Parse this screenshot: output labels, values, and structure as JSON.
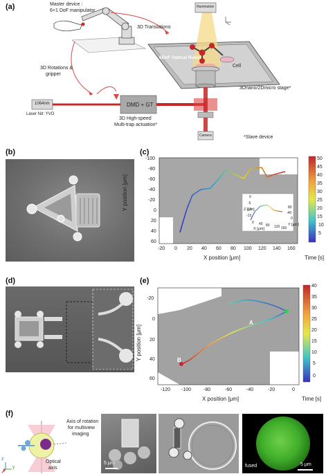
{
  "panel_labels": {
    "a": "(a)",
    "b": "(b)",
    "c": "(c)",
    "d": "(d)",
    "e": "(e)",
    "f": "(f)"
  },
  "panel_a": {
    "master_device": "Master device :",
    "manipulator": "6+1 DoF manipulator",
    "translations": "3D Translations",
    "rotations_line1": "3D Rotations &",
    "rotations_line2": "gripper",
    "laser_box": "1064nm",
    "laser_label": "Laser Nd: YVO",
    "dmd_box": "DMD + GT",
    "actuation_line1": "3D High-speed",
    "actuation_line2": "Multi-trap actuation*",
    "optical_robot": "6DoF Optical Robot",
    "cell": "Cell",
    "stage": "3Dnano/2Dmicro stage*",
    "illumination": "Illumination",
    "camera": "Camera",
    "slave_device": "*Slave device"
  },
  "panel_c": {
    "ylabel": "Y position [μm]",
    "xlabel": "X position [μm]",
    "yticks": [
      "-100",
      "-80",
      "-60",
      "-40",
      "-20",
      "0",
      "20",
      "40",
      "60"
    ],
    "xticks": [
      "-20",
      "0",
      "20",
      "40",
      "60",
      "80",
      "100",
      "120",
      "140",
      "160"
    ],
    "colorbar_ticks": [
      "50",
      "45",
      "40",
      "35",
      "30",
      "25",
      "20",
      "15",
      "10",
      "5"
    ],
    "colorbar_label": "Time [s]",
    "inset": {
      "z_label": "Z [μm]",
      "x_label": "X [μm]",
      "y_label": "Y [μm]",
      "z_ticks": [
        "0",
        "-5",
        "-10",
        "-15"
      ],
      "x_ticks": [
        "0",
        "40",
        "80",
        "120",
        "160"
      ],
      "y_ticks": [
        "0",
        "-40",
        "80"
      ]
    }
  },
  "panel_e": {
    "ylabel": "Y position [μm]",
    "xlabel": "X position [μm]",
    "yticks": [
      "-20",
      "0",
      "20",
      "40",
      "60"
    ],
    "xticks": [
      "-120",
      "-100",
      "-80",
      "-60",
      "-40",
      "-20",
      "0"
    ],
    "colorbar_ticks": [
      "40",
      "35",
      "30",
      "25",
      "20",
      "15",
      "10",
      "5",
      "0"
    ],
    "colorbar_label": "Time [s]",
    "marker_a": "A",
    "marker_b": "B"
  },
  "panel_f": {
    "rotation_axis_line1": "Axis of rotation",
    "rotation_axis_line2": "for multiview",
    "rotation_axis_line3": "imaging",
    "optical_axis_line1": "Optical",
    "optical_axis_line2": "axis",
    "axis_z": "z",
    "axis_y": "y",
    "axis_x": "x",
    "scalebar_sem": "5 μm",
    "fused": "fused",
    "scalebar_fluor": "5 μm"
  },
  "colors": {
    "colorbar_top": "#c0282d",
    "colorbar_bottom": "#3b2fbf",
    "fluor": "#3fae2a",
    "laser": "#c62828"
  }
}
